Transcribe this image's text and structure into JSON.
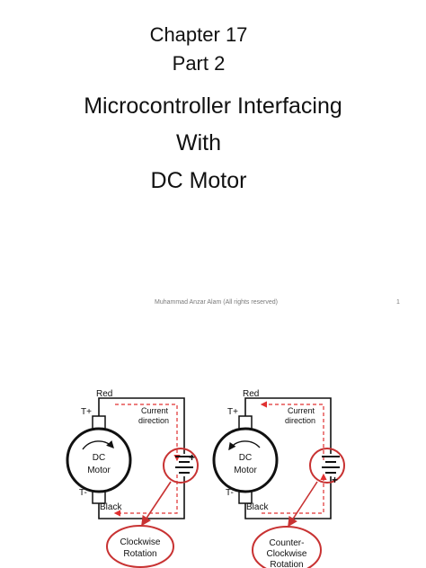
{
  "slide": {
    "chapter": "Chapter 17",
    "part": "Part 2",
    "title_line1": "Microcontroller Interfacing",
    "title_line2": "With",
    "title_line3": "DC Motor",
    "footer_author": "Muhammad Anzar Alam (All rights reserved)",
    "page_number": "1"
  },
  "diagram_left": {
    "wire_top_label": "Red",
    "terminal_plus": "T+",
    "terminal_minus": "T-",
    "current_label_1": "Current",
    "current_label_2": "direction",
    "motor_label_1": "DC",
    "motor_label_2": "Motor",
    "wire_bottom_label": "Black",
    "battery_plus": "+",
    "rotation_line1": "Clockwise",
    "rotation_line2": "Rotation"
  },
  "diagram_right": {
    "wire_top_label": "Red",
    "terminal_plus": "T+",
    "terminal_minus": "T-",
    "current_label_1": "Current",
    "current_label_2": "direction",
    "motor_label_1": "DC",
    "motor_label_2": "Motor",
    "wire_bottom_label": "Black",
    "battery_plus": "+",
    "rotation_line1": "Counter-",
    "rotation_line2": "Clockwise",
    "rotation_line3": "Rotation"
  },
  "colors": {
    "current_arrow": "#e03030",
    "callout": "#c83232"
  }
}
